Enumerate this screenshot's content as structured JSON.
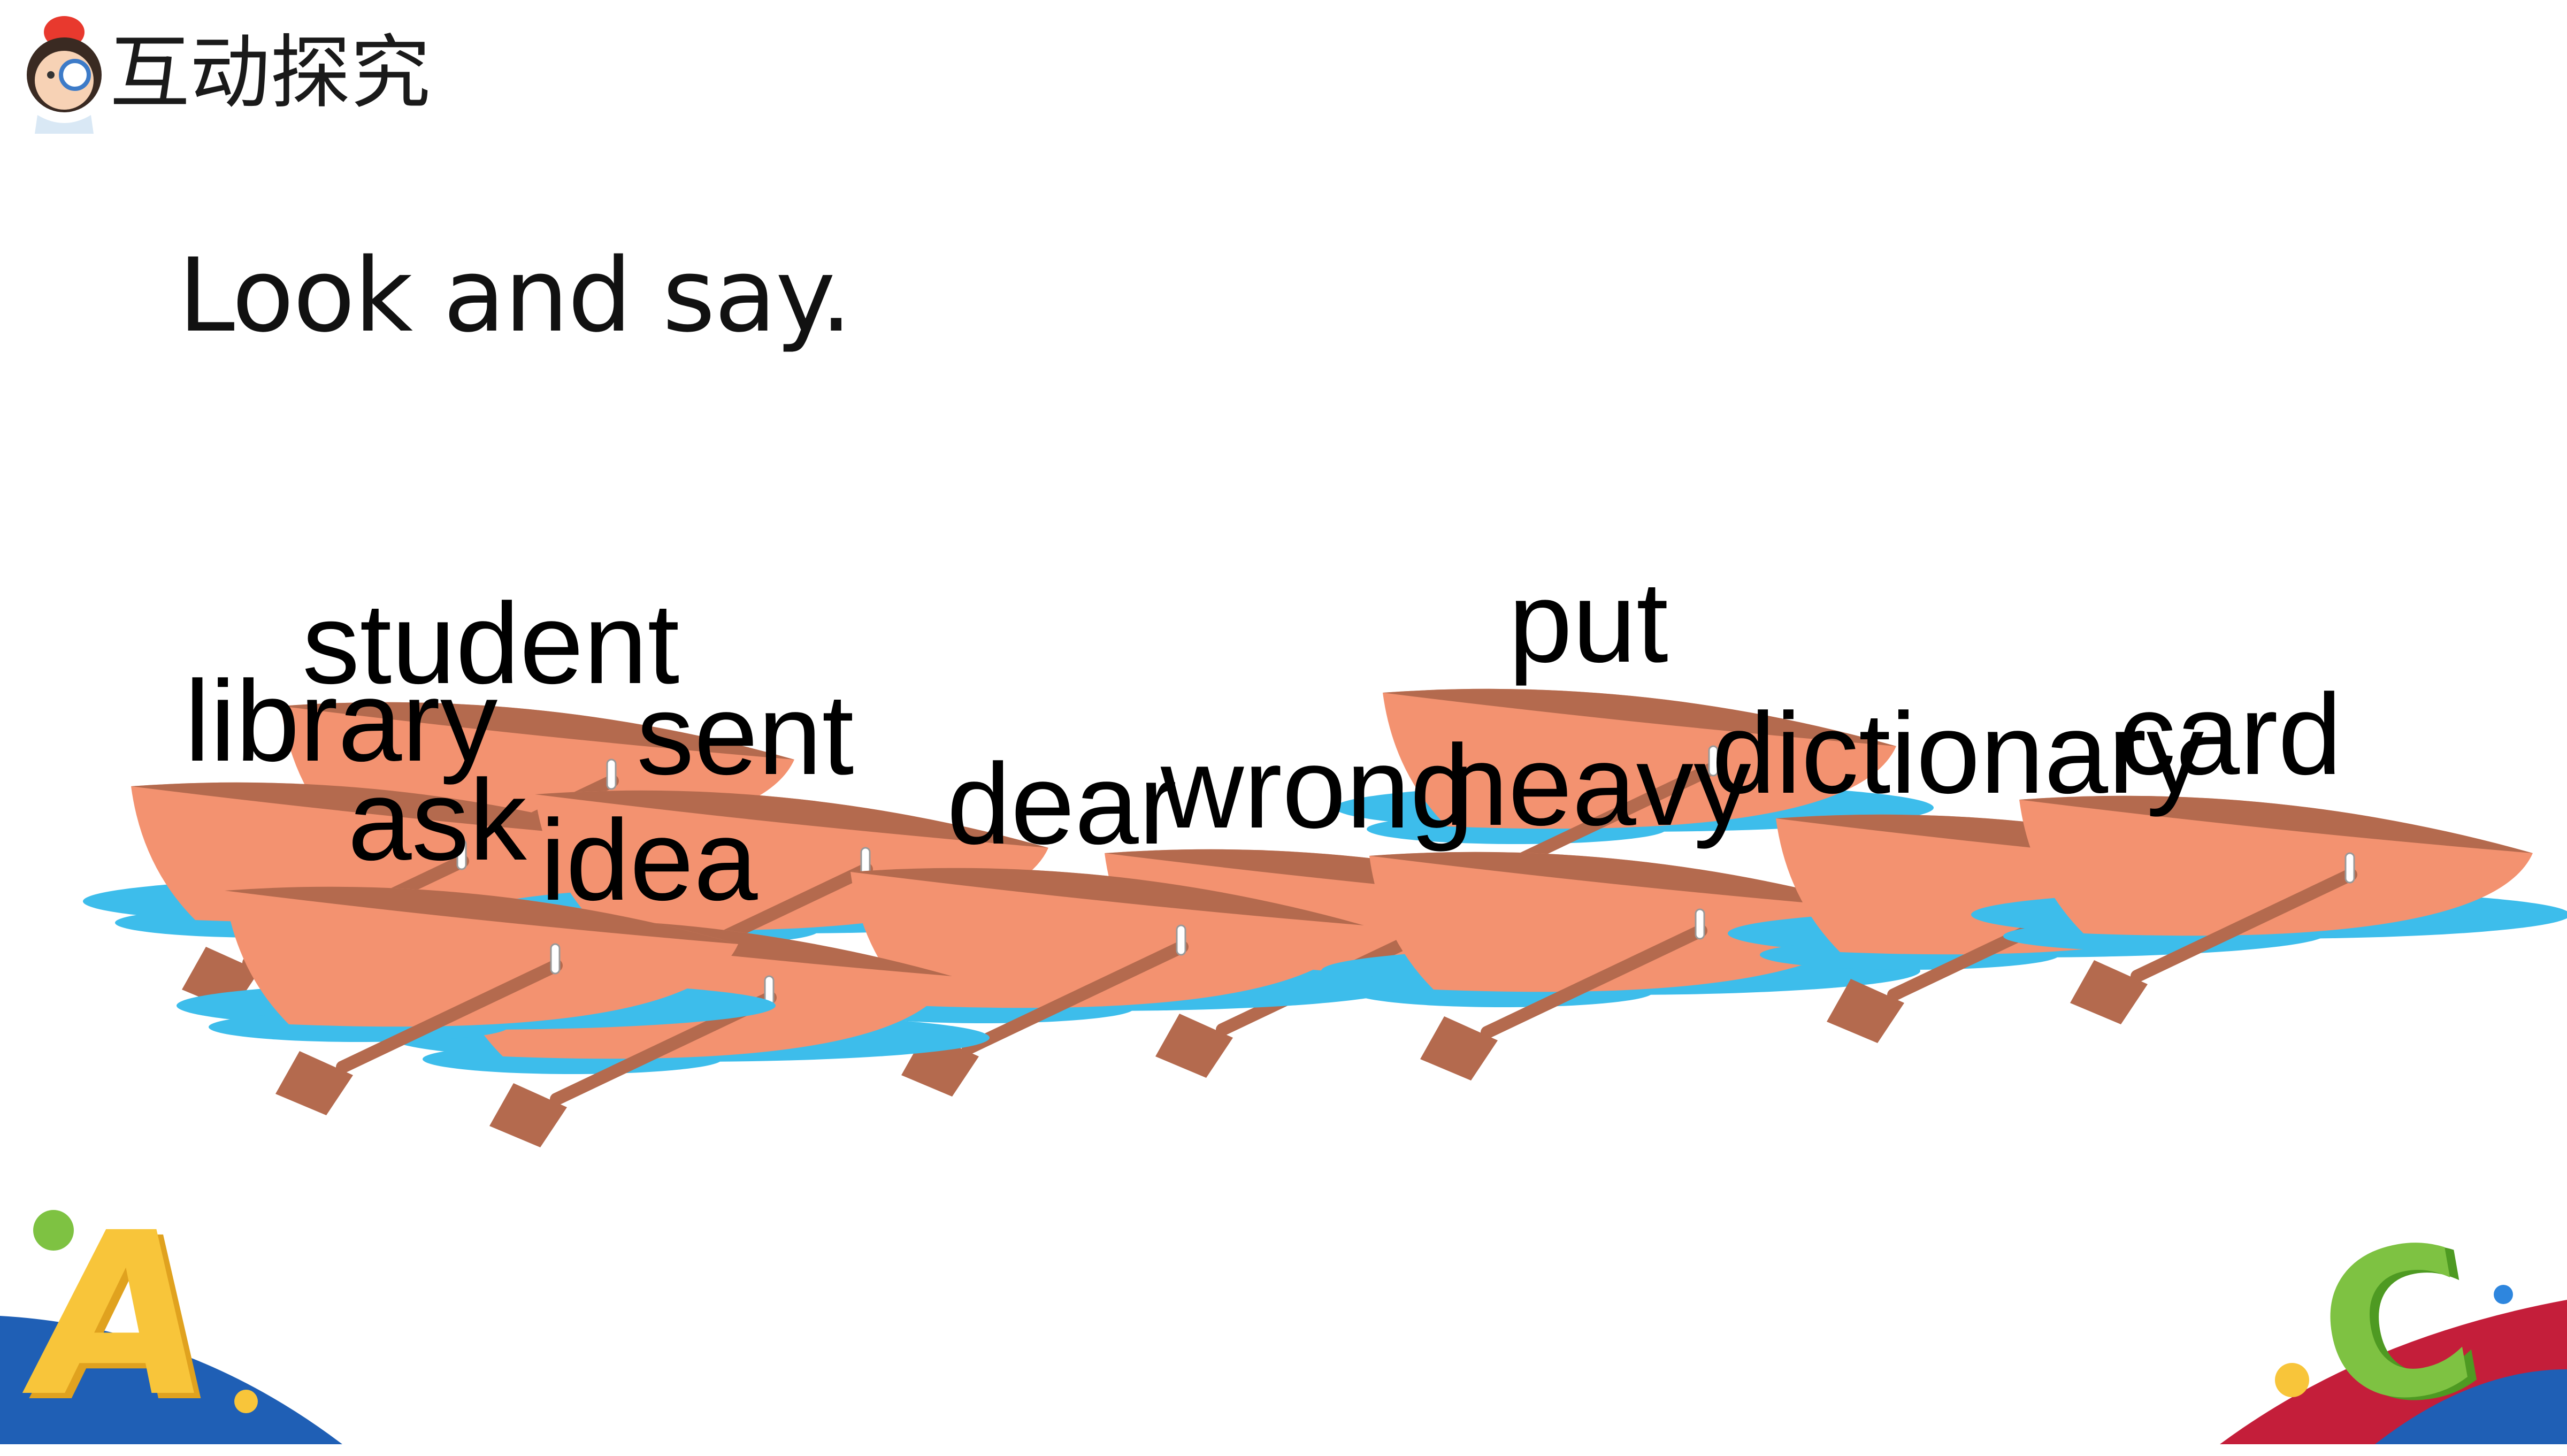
{
  "header": {
    "title": "互动探究",
    "mascot_icon": "girl-with-magnifier-icon"
  },
  "instruction": "Look and say.",
  "colors": {
    "boat": "#F39270",
    "boat_inner": "#B46A4E",
    "oar": "#B46A4E",
    "water": "#3DBDEB",
    "letter_a": "#F8C53A",
    "letter_c": "#7EC242",
    "accent_blue": "#1F5FB5",
    "accent_red": "#C41E3A"
  },
  "words": [
    {
      "id": "student",
      "text": "student"
    },
    {
      "id": "library",
      "text": "library"
    },
    {
      "id": "sent",
      "text": "sent"
    },
    {
      "id": "ask",
      "text": "ask"
    },
    {
      "id": "idea",
      "text": "idea"
    },
    {
      "id": "dear",
      "text": "dear"
    },
    {
      "id": "wrong",
      "text": "wrong"
    },
    {
      "id": "heavy",
      "text": "heavy"
    },
    {
      "id": "put",
      "text": "put"
    },
    {
      "id": "dictionary",
      "text": "dictionary"
    },
    {
      "id": "card",
      "text": "card"
    }
  ],
  "decor": {
    "left_letter": "A",
    "right_letter": "C"
  }
}
